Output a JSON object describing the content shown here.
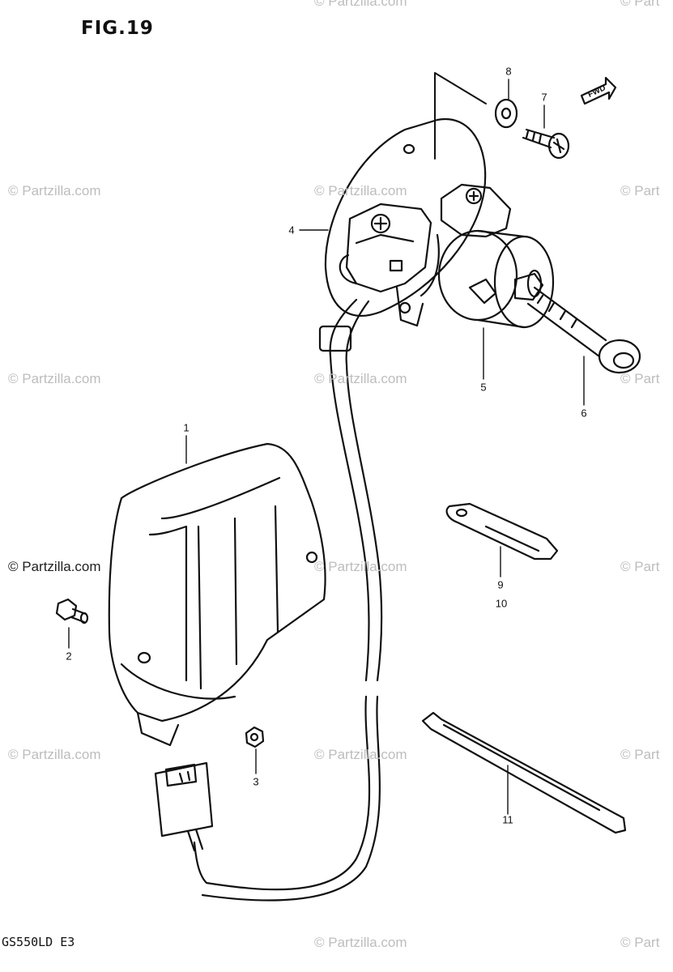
{
  "figure": {
    "title": "FIG.19",
    "model_code": "GS550LD E3"
  },
  "callouts": [
    {
      "id": "1",
      "label": "1"
    },
    {
      "id": "2",
      "label": "2"
    },
    {
      "id": "3",
      "label": "3"
    },
    {
      "id": "4",
      "label": "4"
    },
    {
      "id": "5",
      "label": "5"
    },
    {
      "id": "6",
      "label": "6"
    },
    {
      "id": "7",
      "label": "7"
    },
    {
      "id": "8",
      "label": "8"
    },
    {
      "id": "9",
      "label": "9"
    },
    {
      "id": "10",
      "label": "10"
    },
    {
      "id": "11",
      "label": "11"
    }
  ],
  "direction_marker": "FWD",
  "watermark": {
    "text": "© Partzilla.com",
    "text_partial": "© Partzilla.com",
    "text_cut": "© Part",
    "color": "#bdbdbd"
  }
}
